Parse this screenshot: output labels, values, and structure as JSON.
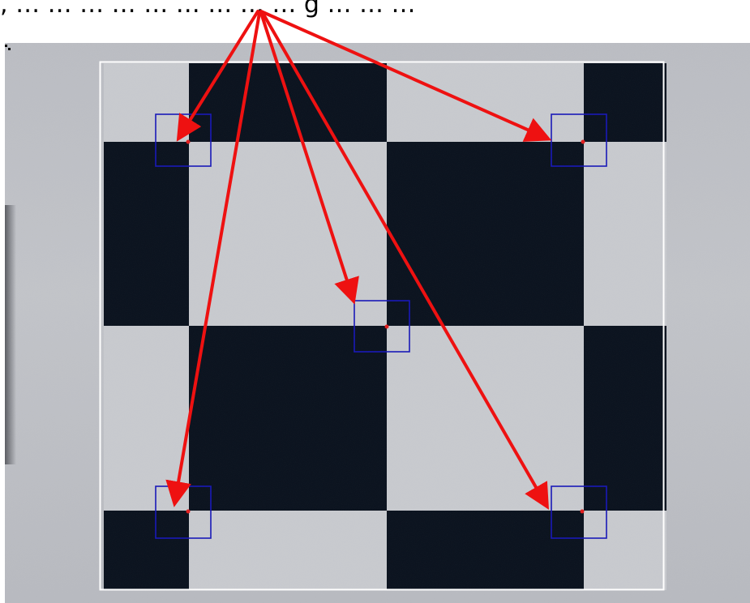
{
  "caption": {
    "text": ", … … … … … … … … … g … … …"
  },
  "image": {
    "subject": "checkerboard calibration target photograph",
    "colors": {
      "dark_square": "#08101c",
      "light_square": "#c6c8cd",
      "background": "#bcbec4",
      "frame": "#ffffff",
      "corner_box": "#1a1ab8",
      "corner_point": "#e02020",
      "arrow": "#ee1111"
    },
    "corner_boxes": 5,
    "arrows": 5
  }
}
